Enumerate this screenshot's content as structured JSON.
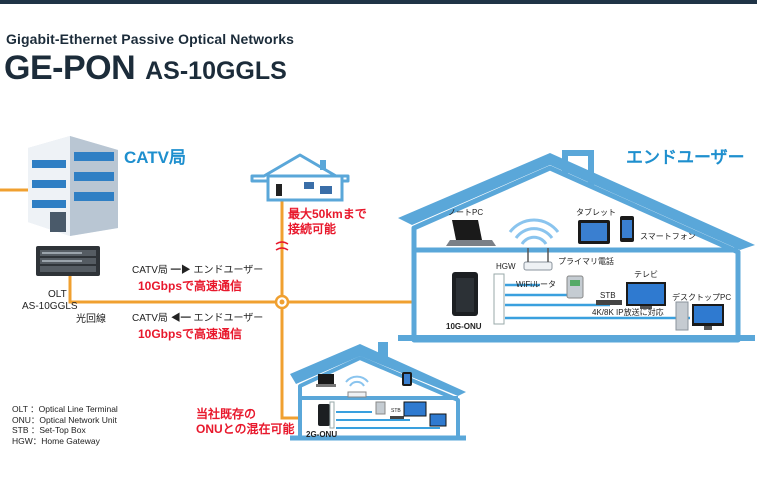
{
  "header": {
    "subtitle": "Gigabit-Ethernet Passive Optical Networks",
    "product": "GE-PON",
    "model": "AS-10GGLS"
  },
  "labels": {
    "catv_station": "CATV局",
    "end_user": "エンドユーザー",
    "olt_name": "OLT",
    "olt_model": "AS-10GGLS",
    "fiber_line": "光回線",
    "downstream_direction": "CATV局 ━▶ エンドユーザー",
    "downstream_speed": "10Gbpsで高速通信",
    "upstream_direction": "CATV局 ◀━ エンドユーザー",
    "upstream_speed": "10Gbpsで高速通信",
    "max_distance_1": "最大50kmまで",
    "max_distance_2": "接続可能",
    "mixed_1": "当社既存の",
    "mixed_2": "ONUとの混在可能",
    "laptop": "ノートPC",
    "tablet": "タブレット",
    "smartphone": "スマートフォン",
    "hgw": "HGW",
    "wifi_router": "WiFiルータ",
    "primary_phone": "プライマリ電話",
    "tv": "テレビ",
    "stb": "STB",
    "desktop_pc": "デスクトップPC",
    "ip_broadcast": "4K/8K IP放送に対応",
    "onu_10g": "10G-ONU",
    "onu_2g": "2G-ONU",
    "small_stb": "STB"
  },
  "legend": [
    "OLT ：Optical Line Terminal",
    "ONU：Optical Network Unit",
    "STB ：Set-Top Box",
    "HGW：Home Gateway"
  ],
  "colors": {
    "fiber": "#f0a030",
    "house": "#5aa7d9",
    "house_fill": "#ffffff",
    "lan": "#3aa0de",
    "accent_red": "#e8182c",
    "accent_blue": "#1e8fce"
  }
}
